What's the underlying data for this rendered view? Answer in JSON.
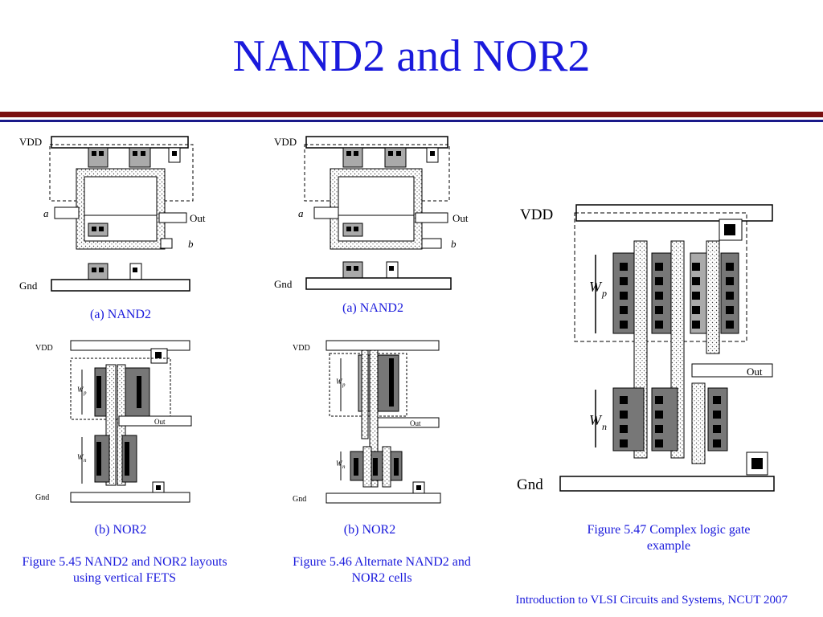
{
  "slide": {
    "title": "NAND2 and NOR2",
    "footer": "Introduction to VLSI Circuits and Systems, NCUT  2007"
  },
  "figures": {
    "fig545": {
      "nand_caption": "(a) NAND2",
      "nor_caption": "(b) NOR2",
      "caption": "Figure 5.45 NAND2 and NOR2 layouts using vertical FETS"
    },
    "fig546": {
      "nand_caption": "(a) NAND2",
      "nor_caption": "(b) NOR2",
      "caption": "Figure 5.46 Alternate NAND2 and NOR2 cells"
    },
    "fig547": {
      "caption": "Figure 5.47 Complex logic gate example"
    }
  },
  "labels": {
    "vdd": "VDD",
    "gnd": "Gnd",
    "out": "Out",
    "a": "a",
    "b": "b",
    "wp": "W",
    "wp_sub": "p",
    "wn": "W",
    "wn_sub": "n"
  },
  "colors": {
    "title": "#1a1adc",
    "rule_top": "#7a1010",
    "rule_bottom": "#1a1a8a"
  }
}
